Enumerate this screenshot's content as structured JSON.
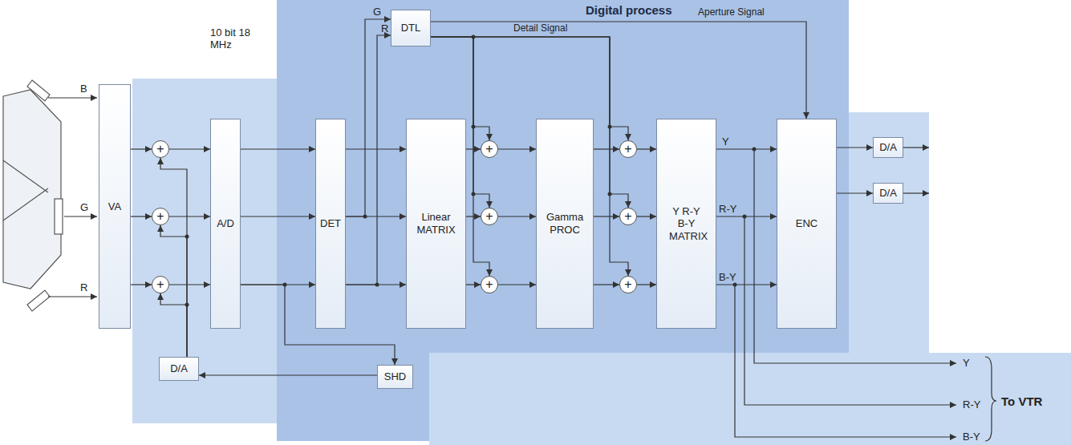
{
  "diagram": {
    "nodes": [
      {
        "text": [
          "Digital process"
        ]
      },
      {
        "text": [
          "VA"
        ]
      },
      {
        "text": [
          "+"
        ]
      },
      {
        "text": [
          "+"
        ]
      },
      {
        "text": [
          "+"
        ]
      },
      {
        "text": [
          "A/D"
        ]
      },
      {
        "text": [
          "DET"
        ],
        "in": 0
      },
      {
        "text": [
          "DTL"
        ],
        "in": 0
      },
      {
        "text": [
          "Linear MATRIX"
        ],
        "in": 0
      },
      {
        "text": [
          "+"
        ],
        "in": 0
      },
      {
        "text": [
          "+"
        ],
        "in": 0
      },
      {
        "text": [
          "+"
        ],
        "in": 0
      },
      {
        "text": [
          "Gamma PROC"
        ],
        "in": 0
      },
      {
        "text": [
          "+"
        ],
        "in": 0
      },
      {
        "text": [
          "+"
        ],
        "in": 0
      },
      {
        "text": [
          "+"
        ],
        "in": 0
      },
      {
        "text": [
          "Y R-Y B-Y MATRIX"
        ],
        "in": 0
      },
      {
        "text": [
          "ENC"
        ],
        "in": 0
      },
      {
        "text": [
          "D/A"
        ]
      },
      {
        "text": [
          "D/A"
        ]
      },
      {
        "text": [
          "D/A"
        ]
      },
      {
        "text": [
          "SHD"
        ]
      }
    ],
    "edges": [
      {
        "from": 1,
        "to": 2,
        "arrow": "to"
      },
      {
        "from": 1,
        "to": 3,
        "arrow": "to"
      },
      {
        "from": 1,
        "to": 4,
        "arrow": "to"
      },
      {
        "from": 2,
        "to": 5,
        "arrow": "to"
      },
      {
        "from": 3,
        "to": 5,
        "arrow": "to"
      },
      {
        "from": 4,
        "to": 5,
        "arrow": "to"
      },
      {
        "from": 20,
        "to": 2,
        "arrow": "to"
      },
      {
        "from": 20,
        "to": 3,
        "arrow": "to"
      },
      {
        "from": 20,
        "to": 4,
        "arrow": "to"
      },
      {
        "from": 5,
        "to": 6,
        "arrow": "to"
      },
      {
        "from": 5,
        "to": 6,
        "arrow": "to"
      },
      {
        "from": 5,
        "to": 6,
        "arrow": "to"
      },
      {
        "from": 5,
        "to": 21,
        "arrow": "to"
      },
      {
        "from": 21,
        "to": 20,
        "arrow": "to"
      },
      {
        "from": 6,
        "to": 8,
        "arrow": "to"
      },
      {
        "from": 6,
        "to": 8,
        "arrow": "to"
      },
      {
        "from": 6,
        "to": 8,
        "arrow": "to"
      },
      {
        "from": 6,
        "to": 7,
        "arrow": "to"
      },
      {
        "from": 6,
        "to": 7,
        "arrow": "to"
      },
      {
        "from": 7,
        "to": 9,
        "arrow": "to"
      },
      {
        "from": 7,
        "to": 10,
        "arrow": "to"
      },
      {
        "from": 7,
        "to": 11,
        "arrow": "to"
      },
      {
        "from": 7,
        "to": 13,
        "arrow": "to"
      },
      {
        "from": 7,
        "to": 14,
        "arrow": "to"
      },
      {
        "from": 7,
        "to": 15,
        "arrow": "to"
      },
      {
        "from": 7,
        "to": 17,
        "arrow": "to"
      },
      {
        "from": 8,
        "to": 9,
        "arrow": "to"
      },
      {
        "from": 8,
        "to": 10,
        "arrow": "to"
      },
      {
        "from": 8,
        "to": 11,
        "arrow": "to"
      },
      {
        "from": 9,
        "to": 12,
        "arrow": "to"
      },
      {
        "from": 10,
        "to": 12,
        "arrow": "to"
      },
      {
        "from": 11,
        "to": 12,
        "arrow": "to"
      },
      {
        "from": 12,
        "to": 13,
        "arrow": "to"
      },
      {
        "from": 12,
        "to": 14,
        "arrow": "to"
      },
      {
        "from": 12,
        "to": 15,
        "arrow": "to"
      },
      {
        "from": 13,
        "to": 16,
        "arrow": "to"
      },
      {
        "from": 14,
        "to": 16,
        "arrow": "to"
      },
      {
        "from": 15,
        "to": 16,
        "arrow": "to"
      },
      {
        "from": 16,
        "to": 17,
        "arrow": "to"
      },
      {
        "from": 16,
        "to": 17,
        "arrow": "to"
      },
      {
        "from": 16,
        "to": 17,
        "arrow": "to"
      },
      {
        "from": 17,
        "to": 18,
        "arrow": "to"
      },
      {
        "from": 17,
        "to": 19,
        "arrow": "to"
      }
    ],
    "labels": [
      "B",
      "G",
      "R",
      "10 bit 18 MHz",
      "G",
      "R",
      "Aperture Signal",
      "Detail Signal",
      "Y",
      "R-Y",
      "B-Y",
      "Y",
      "R-Y",
      "B-Y",
      "To VTR"
    ]
  }
}
